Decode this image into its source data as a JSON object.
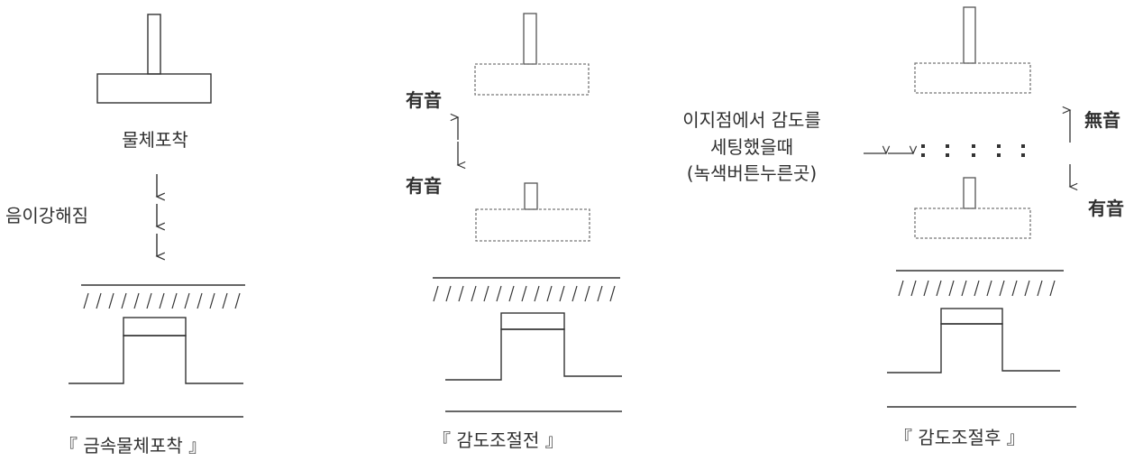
{
  "panel1": {
    "probe_label": "물체포착",
    "arrow_label": "음이강해짐",
    "caption": "『 금속물체포착 』"
  },
  "panel2": {
    "upper_label": "有音",
    "lower_label": "有音",
    "caption": "『 감도조절전 』"
  },
  "panel3": {
    "note_lines": [
      "이지점에서 감도를",
      "세팅했을때",
      "(녹색버튼누른곳)"
    ],
    "upper_label": "無音",
    "lower_label": "有音",
    "caption": "『 감도조절후 』"
  },
  "colors": {
    "line": "#333333",
    "dashed": "#777777",
    "text": "#2f2f2f"
  }
}
